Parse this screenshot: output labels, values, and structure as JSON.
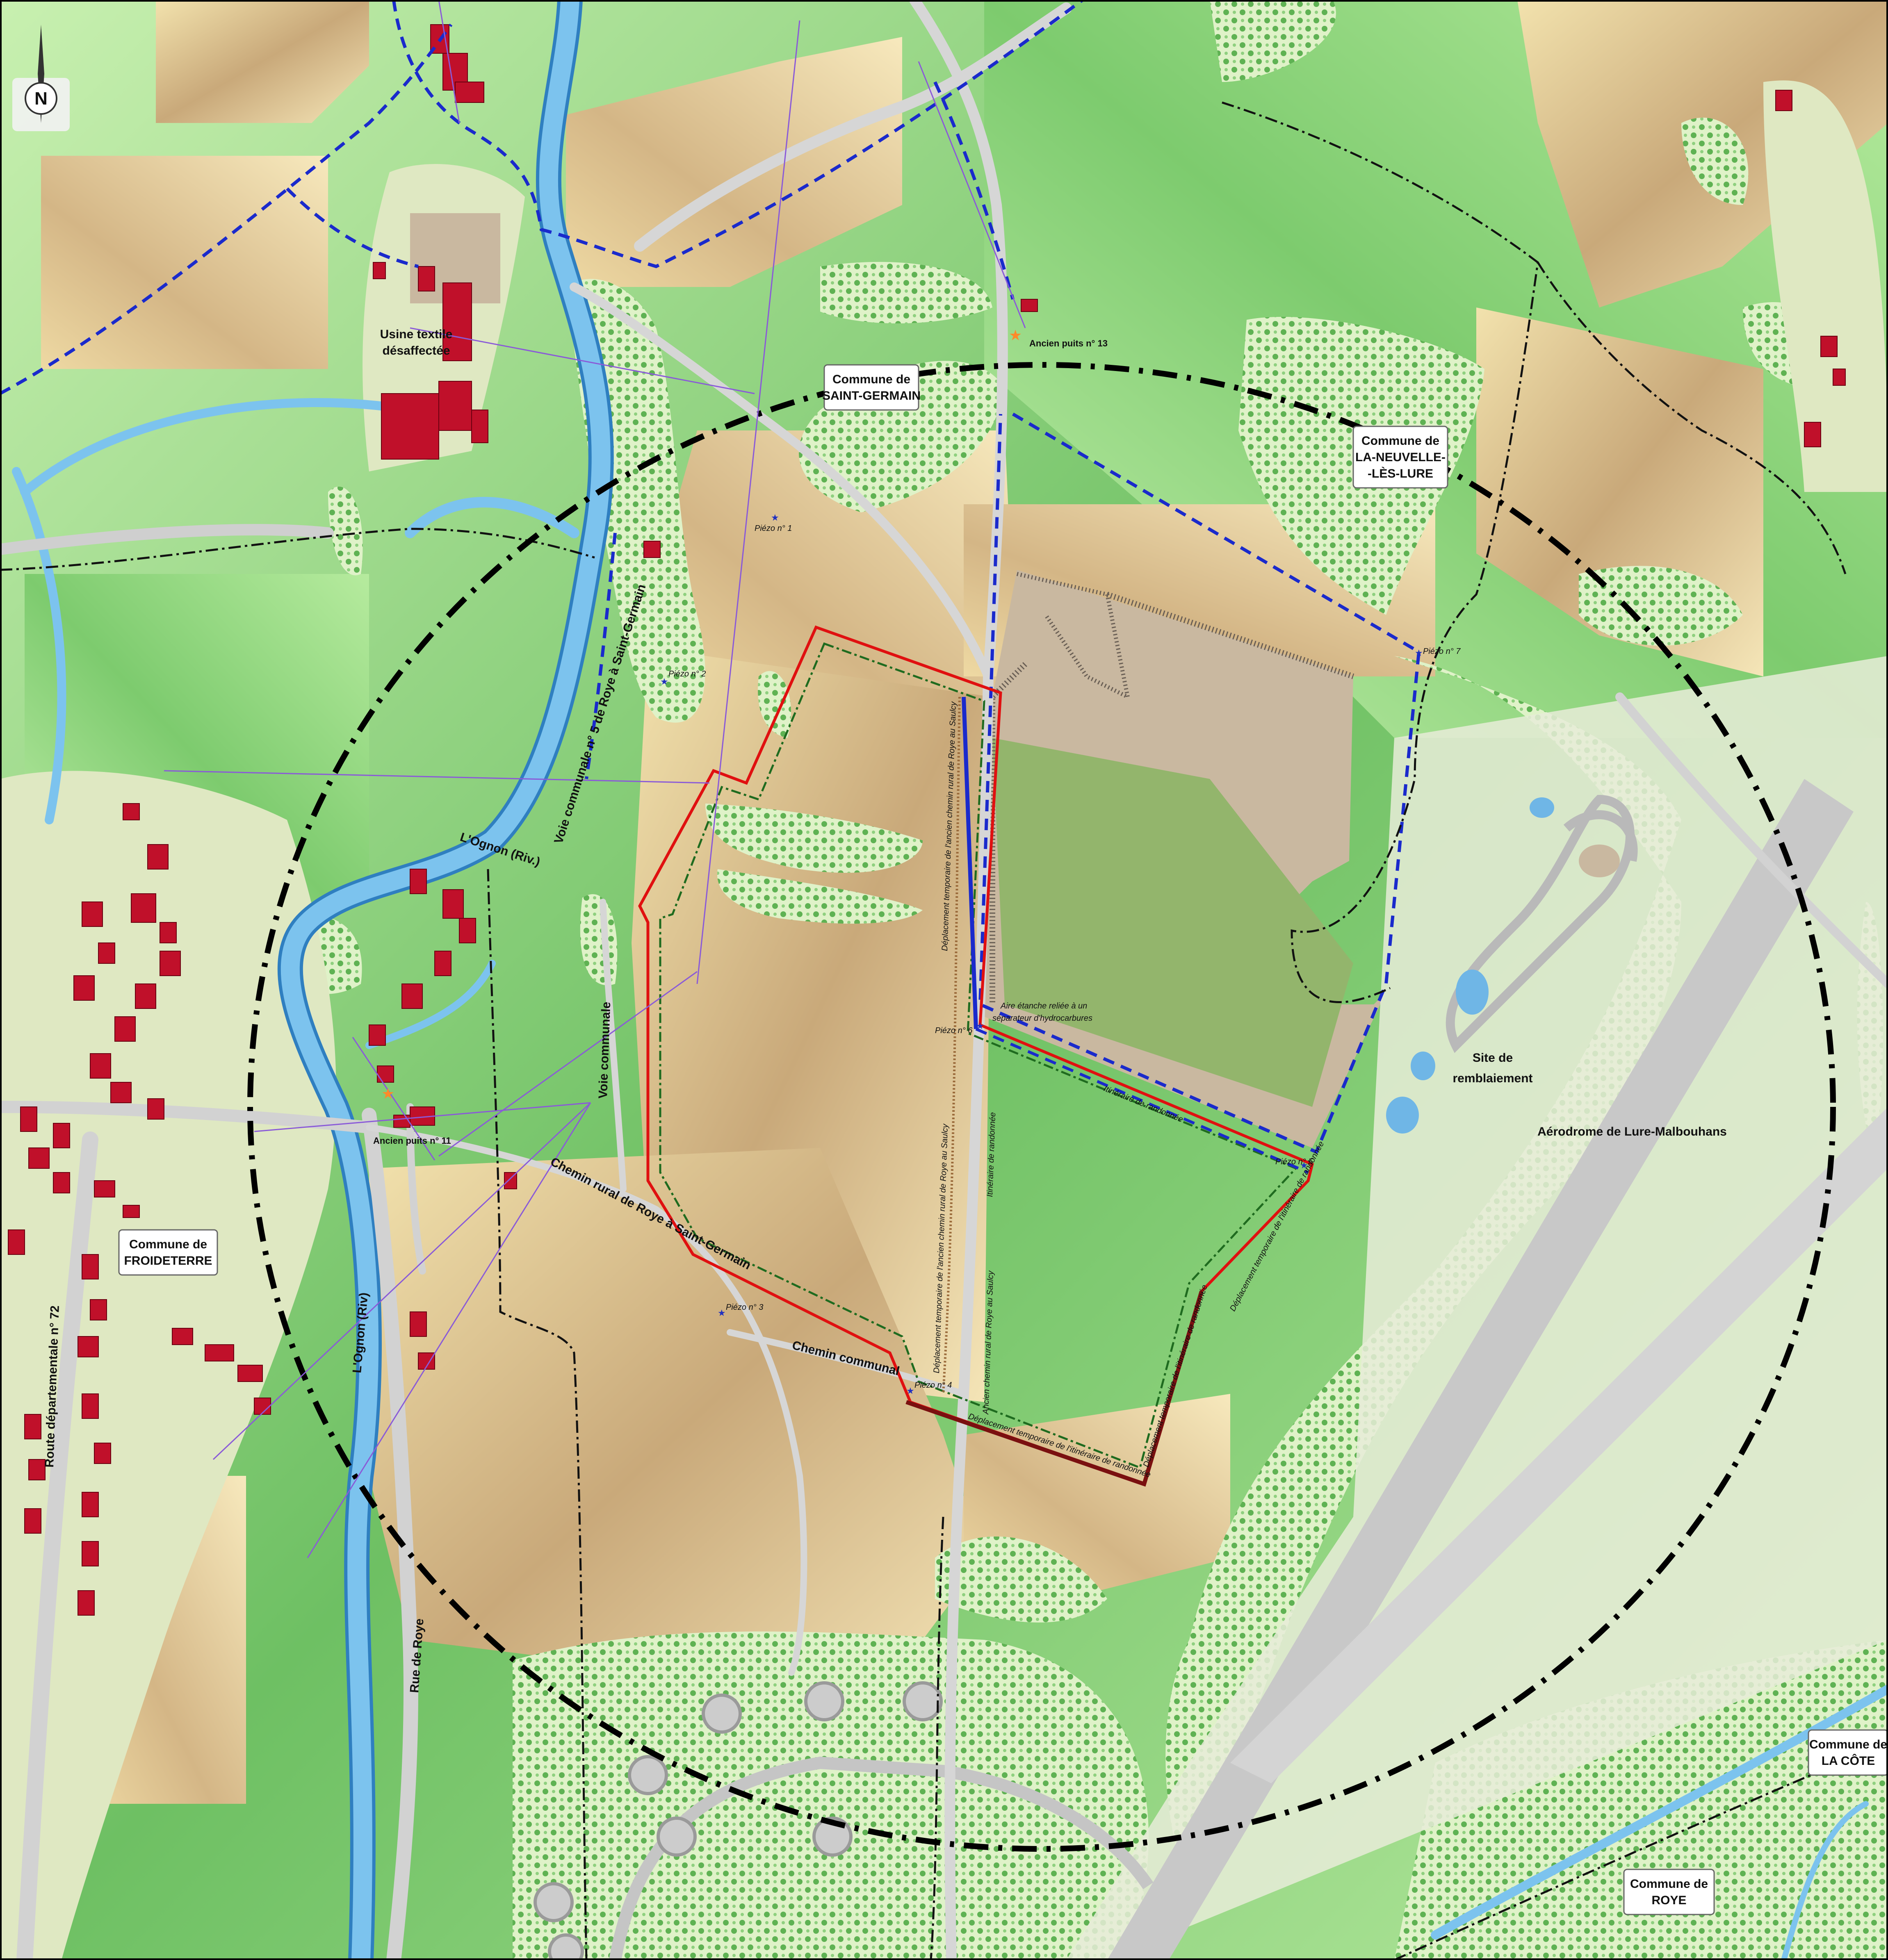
{
  "map": {
    "labels": {
      "saint_germain": [
        "Commune de",
        "SAINT-GERMAIN"
      ],
      "neuvelle": [
        "Commune de",
        "LA-NEUVELLE-",
        "-LÈS-LURE"
      ],
      "froideterre": [
        "Commune de",
        "FROIDETERRE"
      ],
      "roye": [
        "Commune de",
        "ROYE"
      ],
      "la_cote": [
        "Commune de",
        "LA CÔTE"
      ],
      "usine": [
        "Usine textile",
        "désaffectée"
      ],
      "site_remblaiement": [
        "Site de",
        "remblaiement"
      ],
      "aerodrome": "Aérodrome de Lure-Malbouhans",
      "ognon_1": "L'Ognon (Riv.)",
      "ognon_2": "L'Ognon (Riv)",
      "voie_5": "Voie communale n° 5 de Roye à Saint-Germain",
      "voie_communale": "Voie communale",
      "chemin_rural": "Chemin rural de Roye à Saint-Germain",
      "chemin_communal": "Chemin communal",
      "rd72": "Route départementale n° 72",
      "rue_roye": "Rue de Roye",
      "ancien_puits_13": "Ancien puits n° 13",
      "ancien_puits_11": "Ancien puits n° 11",
      "aire_etanche": [
        "Aire étanche reliée à un",
        "séparateur d'hydrocarbures"
      ],
      "deplacement_1": "Déplacement temporaire de l'ancien chemin rural de Roye au Saulcy",
      "deplacement_2": "Déplacement temporaire de l'ancien chemin rural de Roye au Saulcy",
      "ancien_chemin": "Ancien chemin rural de Roye au Saulcy",
      "itineraire_1": "Itinéraire de randonnée",
      "itineraire_2": "Itinéraire de randonnée",
      "deplacement_itin_1": "Déplacement temporaire de l'itinéraire de randonnée",
      "deplacement_itin_2": "Déplacement temporaire de l'itinéraire de randonnée",
      "deplacement_itin_3": "Déplacement temporaire de l'itinéraire de randonnée",
      "north": "N"
    },
    "piezos": {
      "p1": "Piézo n° 1",
      "p2": "Piézo n° 2",
      "p3": "Piézo n° 3",
      "p4": "Piézo n° 4",
      "p5": "Piézo n° 5",
      "p6": "Piézo n° 6",
      "p7": "Piézo n° 7"
    },
    "colors": {
      "meadow": "#9fdc8a",
      "field": "#d9c28c",
      "forest": "#78c06a",
      "water": "#6fb6e6",
      "building": "#c0102a",
      "quarry": "#c9b8a0",
      "project_boundary": "#e01010",
      "commune_boundary": "#1a2acc",
      "radius_circle": "#000000"
    }
  }
}
